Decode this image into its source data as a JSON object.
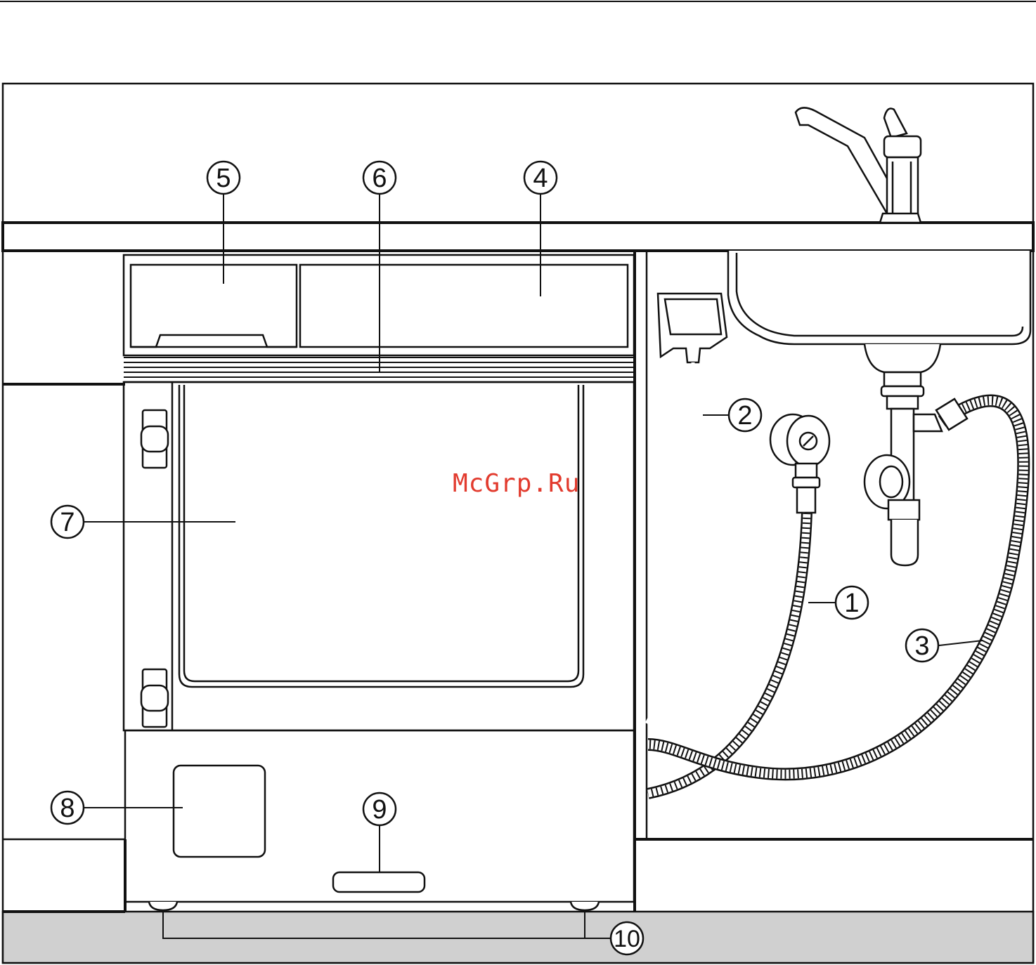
{
  "watermark": "McGrp.Ru",
  "callouts": {
    "c1": "1",
    "c2": "2",
    "c3": "3",
    "c4": "4",
    "c5": "5",
    "c6": "6",
    "c7": "7",
    "c8": "8",
    "c9": "9",
    "c10": "10"
  },
  "colors": {
    "line": "#111111",
    "floor": "#d0d0d0",
    "background": "#ffffff",
    "watermark": "#e23b2e"
  }
}
